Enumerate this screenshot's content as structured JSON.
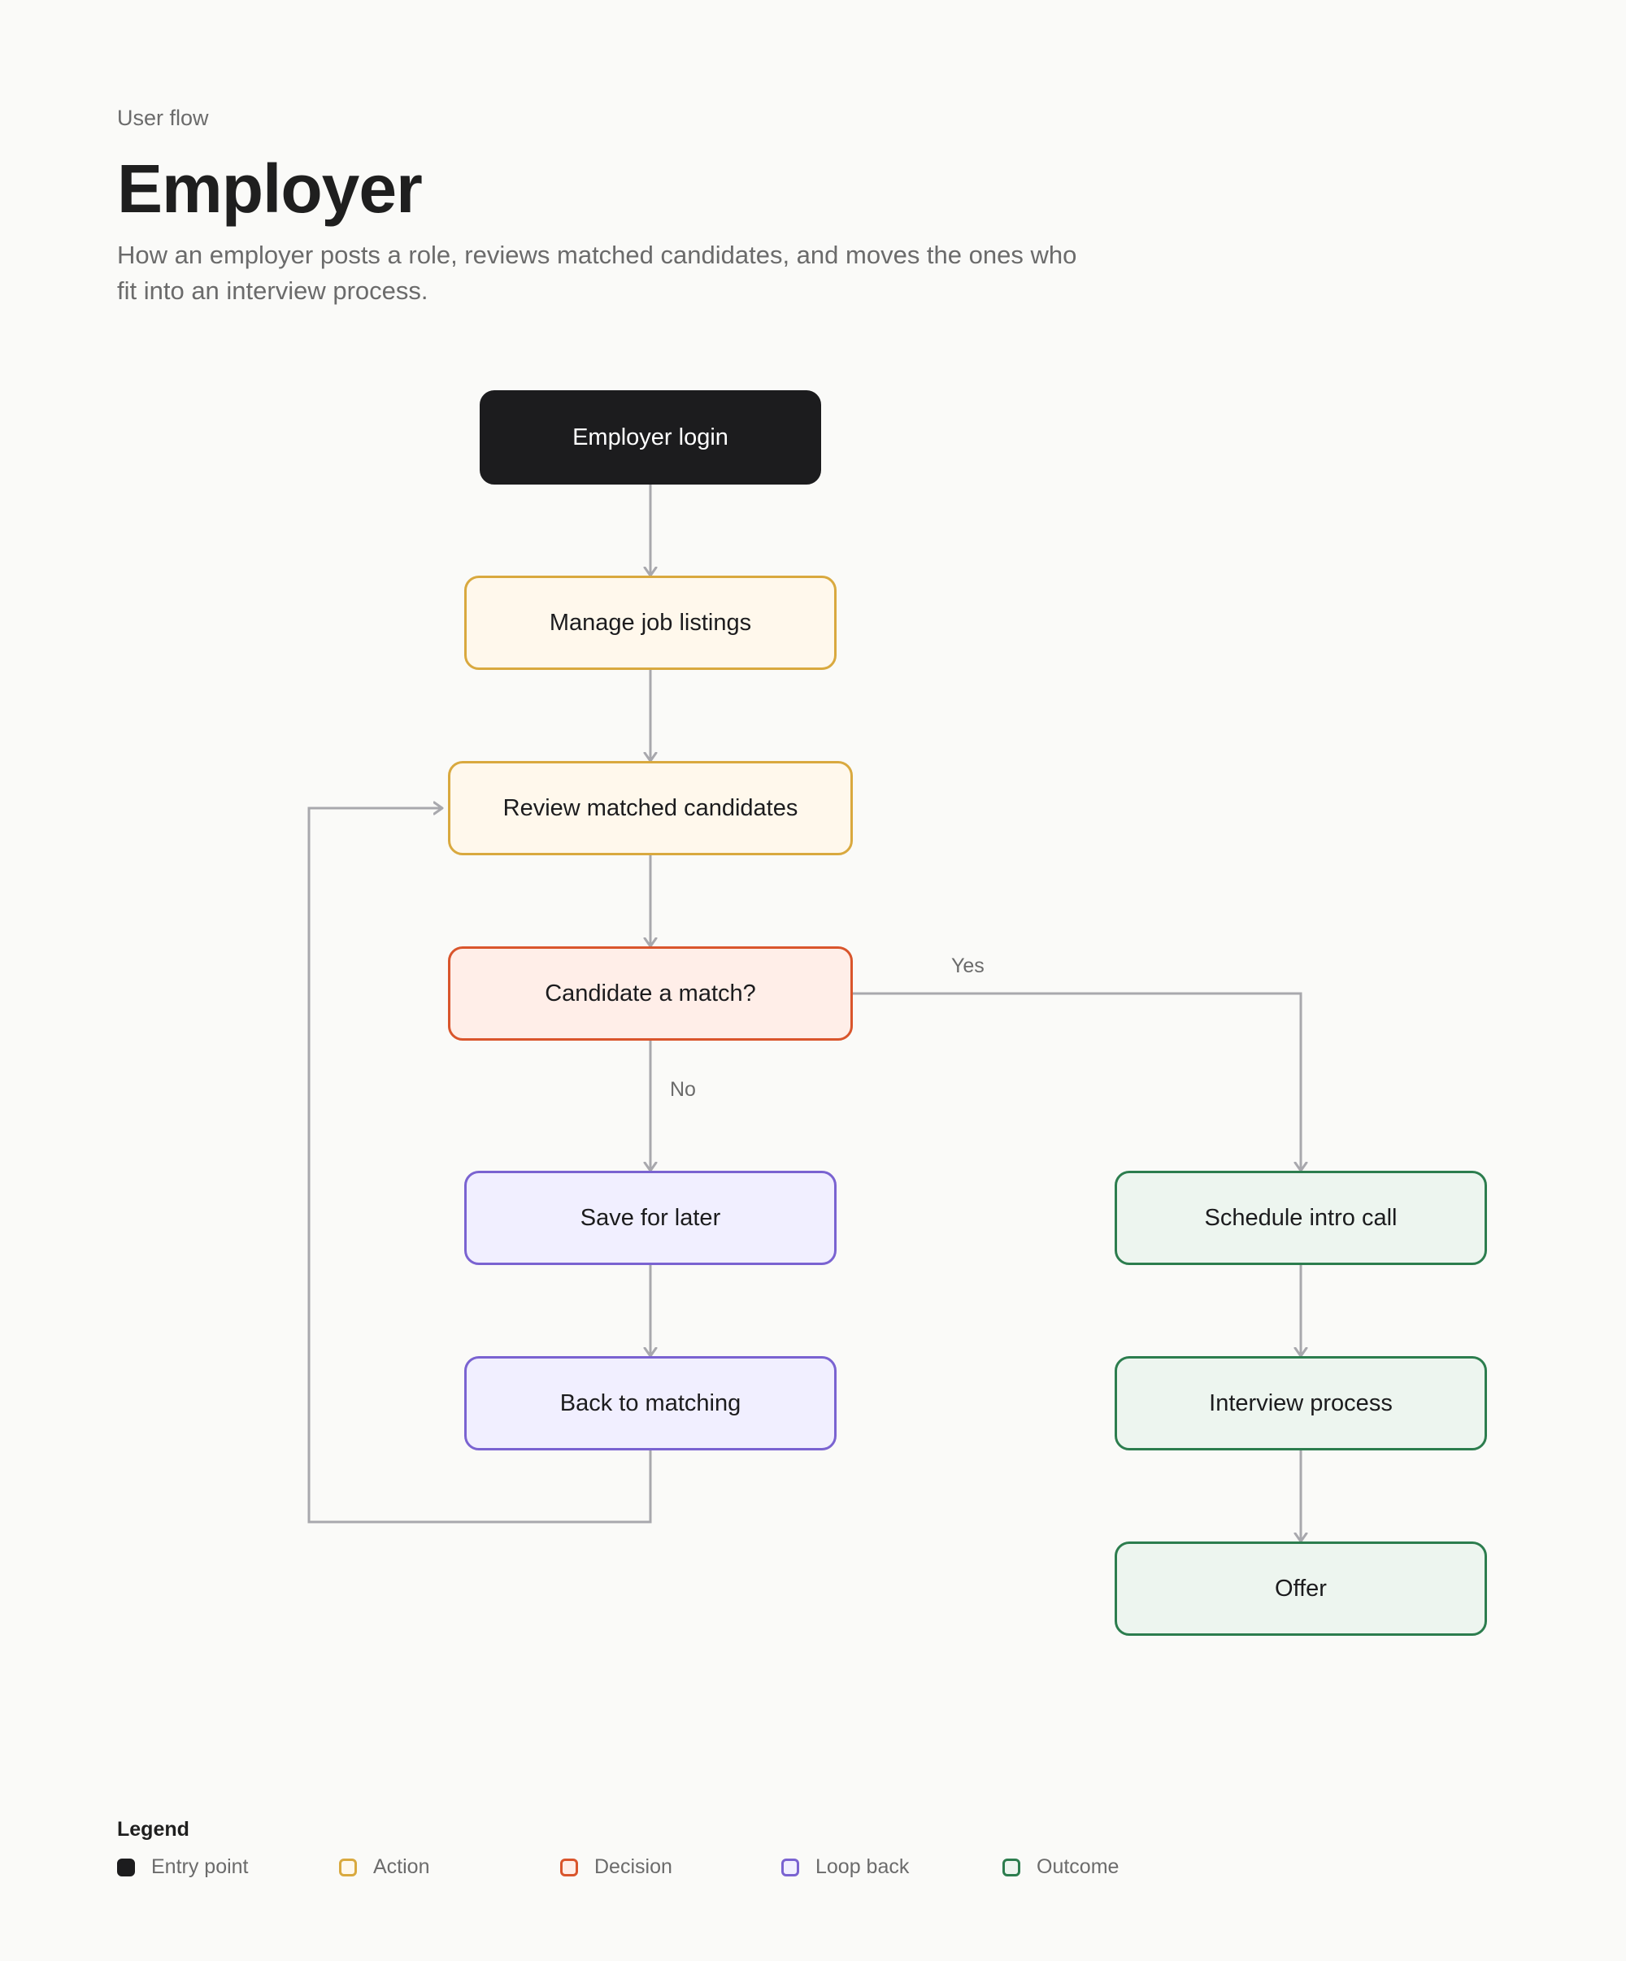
{
  "header": {
    "eyebrow": "User flow",
    "title": "Employer",
    "description": "How an employer posts a role, reviews matched candidates, and moves the ones who fit into an interview process."
  },
  "nodes": [
    {
      "id": "employer-login",
      "label": "Employer login",
      "kind": "entry"
    },
    {
      "id": "manage-job-listings",
      "label": "Manage job listings",
      "kind": "action"
    },
    {
      "id": "review-matched-candidates",
      "label": "Review matched candidates",
      "kind": "action"
    },
    {
      "id": "candidate-a-match",
      "label": "Candidate a match?",
      "kind": "decision"
    },
    {
      "id": "save-for-later",
      "label": "Save for later",
      "kind": "loop"
    },
    {
      "id": "back-to-matching",
      "label": "Back to matching",
      "kind": "loop"
    },
    {
      "id": "schedule-intro-call",
      "label": "Schedule intro call",
      "kind": "outcome"
    },
    {
      "id": "interview-process",
      "label": "Interview process",
      "kind": "outcome"
    },
    {
      "id": "offer",
      "label": "Offer",
      "kind": "outcome"
    }
  ],
  "edges": [
    {
      "from": "employer-login",
      "to": "manage-job-listings",
      "label": ""
    },
    {
      "from": "manage-job-listings",
      "to": "review-matched-candidates",
      "label": ""
    },
    {
      "from": "review-matched-candidates",
      "to": "candidate-a-match",
      "label": ""
    },
    {
      "from": "candidate-a-match",
      "to": "save-for-later",
      "label": "No"
    },
    {
      "from": "candidate-a-match",
      "to": "schedule-intro-call",
      "label": "Yes"
    },
    {
      "from": "save-for-later",
      "to": "back-to-matching",
      "label": ""
    },
    {
      "from": "back-to-matching",
      "to": "review-matched-candidates",
      "label": ""
    },
    {
      "from": "schedule-intro-call",
      "to": "interview-process",
      "label": ""
    },
    {
      "from": "interview-process",
      "to": "offer",
      "label": ""
    }
  ],
  "legend": {
    "title": "Legend",
    "items": [
      {
        "label": "Entry point",
        "kind": "entry"
      },
      {
        "label": "Action",
        "kind": "action"
      },
      {
        "label": "Decision",
        "kind": "decision"
      },
      {
        "label": "Loop back",
        "kind": "loop"
      },
      {
        "label": "Outcome",
        "kind": "outcome"
      }
    ]
  },
  "colors": {
    "entry": "#1c1c1e",
    "action": "#d9a93f",
    "decision": "#d9552c",
    "loop": "#7a63d1",
    "outcome": "#2c7d4e",
    "connector": "#a8a8ad"
  }
}
